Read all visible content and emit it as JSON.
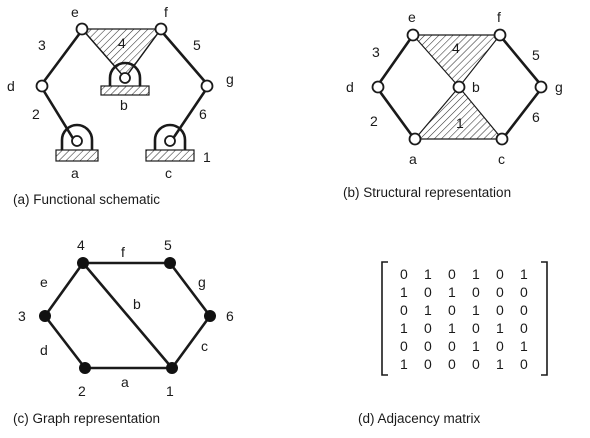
{
  "panel_a": {
    "caption": "(a) Functional schematic",
    "joints": {
      "e": "e",
      "f": "f",
      "d": "d",
      "g": "g",
      "a": "a",
      "b": "b",
      "c": "c"
    },
    "links": {
      "l1": "1",
      "l2": "2",
      "l3": "3",
      "l4": "4",
      "l5": "5",
      "l6": "6"
    }
  },
  "panel_b": {
    "caption": "(b) Structural representation",
    "joints": {
      "e": "e",
      "f": "f",
      "d": "d",
      "g": "g",
      "a": "a",
      "b": "b",
      "c": "c"
    },
    "links": {
      "l1": "1",
      "l3": "3",
      "l4": "4",
      "l5": "5",
      "l6": "6",
      "l2": "2"
    }
  },
  "panel_c": {
    "caption": "(c) Graph representation",
    "vertices": {
      "v1": "1",
      "v2": "2",
      "v3": "3",
      "v4": "4",
      "v5": "5",
      "v6": "6"
    },
    "edges": {
      "a": "a",
      "b": "b",
      "c": "c",
      "d": "d",
      "e": "e",
      "f": "f",
      "g": "g"
    }
  },
  "panel_d": {
    "caption": "(d) Adjacency matrix",
    "rows": [
      "0 1 0 1 0 1",
      "1 0 1 0 0 0",
      "0 1 0 1 0 0",
      "1 0 1 0 1 0",
      "0 0 0 1 0 1",
      "1 0 0 0 1 0"
    ]
  }
}
